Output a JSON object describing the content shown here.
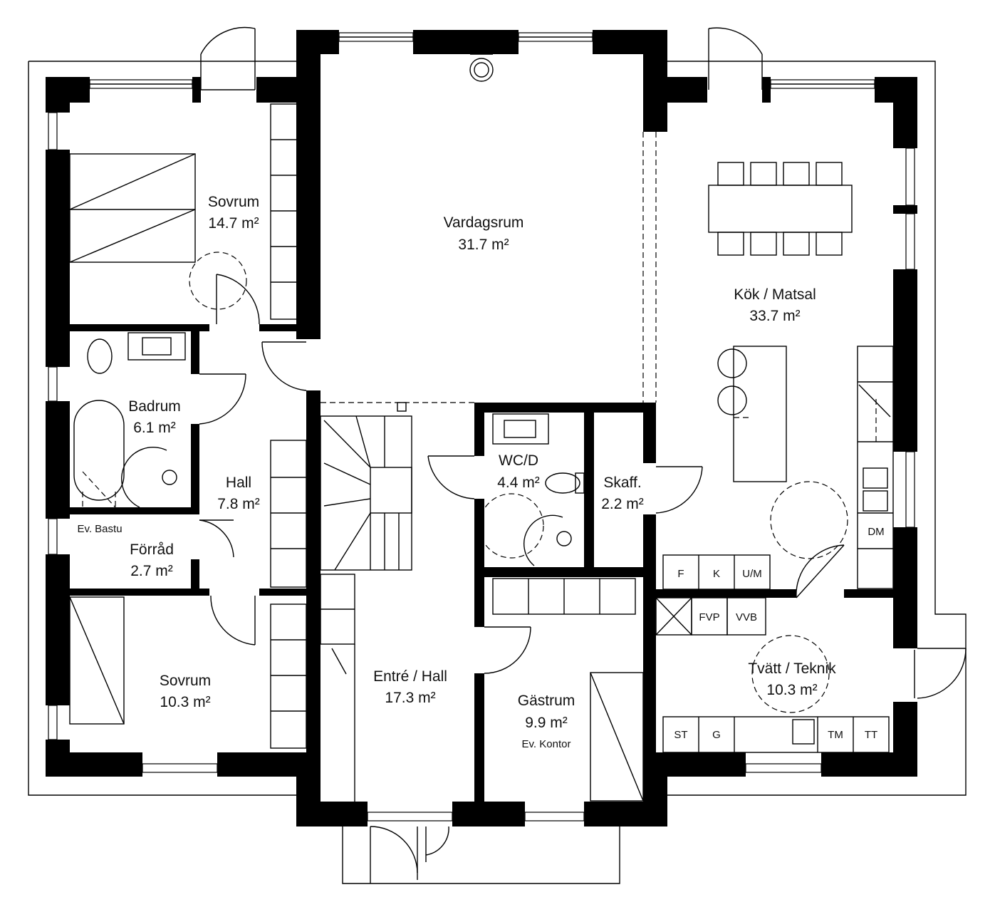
{
  "rooms": [
    {
      "name": "Sovrum",
      "area": "14.7 m²"
    },
    {
      "name": "Vardagsrum",
      "area": "31.7 m²"
    },
    {
      "name": "Kök / Matsal",
      "area": "33.7 m²"
    },
    {
      "name": "Badrum",
      "area": "6.1 m²"
    },
    {
      "name": "Hall",
      "area": "7.8 m²"
    },
    {
      "name": "Förråd",
      "area": "2.7 m²"
    },
    {
      "name": "Sovrum",
      "area": "10.3 m²"
    },
    {
      "name": "WC/D",
      "area": "4.4 m²"
    },
    {
      "name": "Skaff.",
      "area": "2.2 m²"
    },
    {
      "name": "Entré / Hall",
      "area": "17.3 m²"
    },
    {
      "name": "Gästrum",
      "area": "9.9 m²",
      "note": "Ev. Kontor"
    },
    {
      "name": "Tvätt / Teknik",
      "area": "10.3 m²"
    }
  ],
  "notes": {
    "bastu": "Ev. Bastu"
  },
  "fixtures": {
    "dm": "DM",
    "f": "F",
    "k": "K",
    "um": "U/M",
    "fvp": "FVP",
    "vvb": "VVB",
    "st": "ST",
    "g": "G",
    "tm": "TM",
    "tt": "TT"
  }
}
